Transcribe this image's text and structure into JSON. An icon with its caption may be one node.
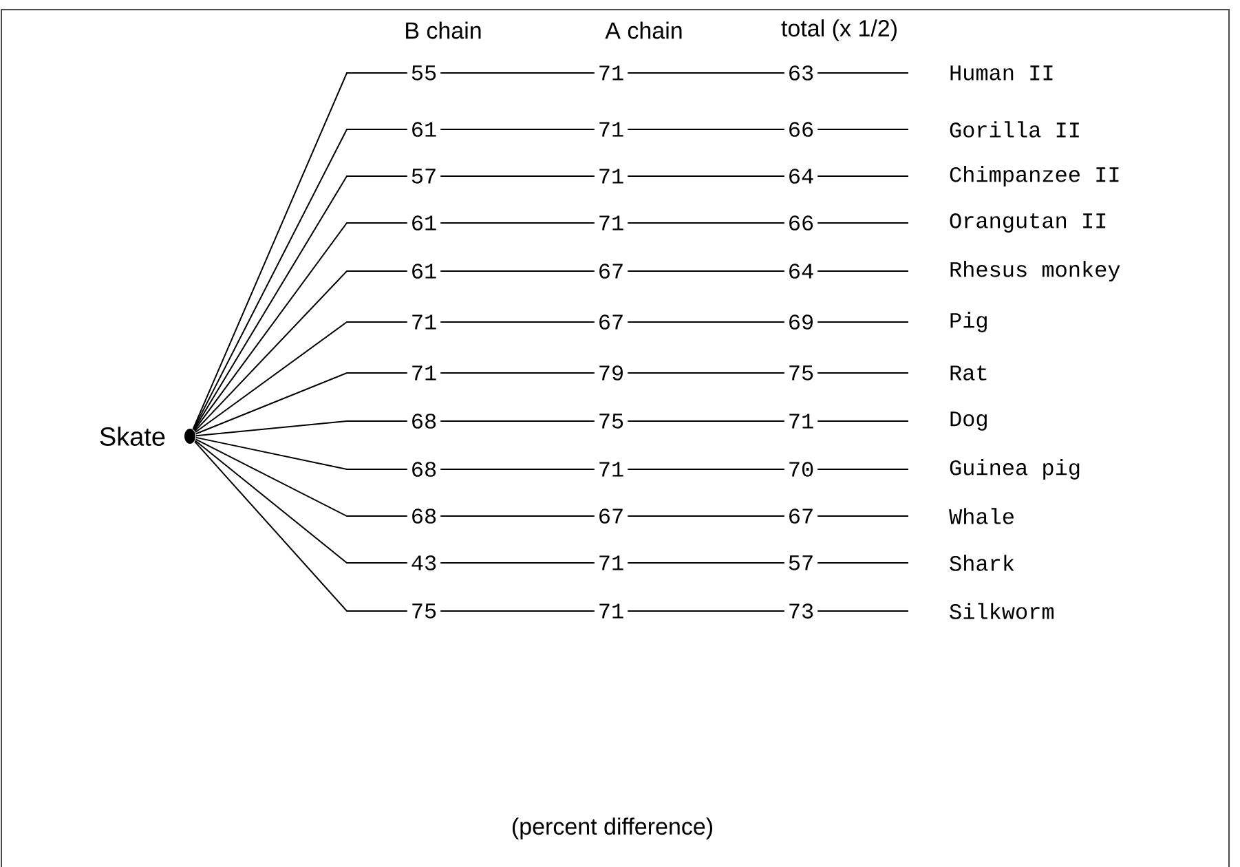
{
  "diagram": {
    "nodes": [
      {
        "text": [],
        "shape": "circle",
        "beside": [
          "Skate"
        ]
      },
      {
        "text": [
          "55"
        ]
      },
      {
        "text": [
          "71"
        ]
      },
      {
        "text": [
          "63"
        ]
      },
      {
        "text": [
          "Human II"
        ]
      },
      {
        "text": [
          "61"
        ]
      },
      {
        "text": [
          "71"
        ]
      },
      {
        "text": [
          "66"
        ]
      },
      {
        "text": [
          "Gorilla II"
        ]
      },
      {
        "text": [
          "57"
        ]
      },
      {
        "text": [
          "71"
        ]
      },
      {
        "text": [
          "64"
        ]
      },
      {
        "text": [
          "Chimpanzee II"
        ]
      },
      {
        "text": [
          "61"
        ]
      },
      {
        "text": [
          "71"
        ]
      },
      {
        "text": [
          "66"
        ]
      },
      {
        "text": [
          "Orangutan II"
        ]
      },
      {
        "text": [
          "61"
        ]
      },
      {
        "text": [
          "67"
        ]
      },
      {
        "text": [
          "64"
        ]
      },
      {
        "text": [
          "Rhesus monkey"
        ]
      },
      {
        "text": [
          "71"
        ]
      },
      {
        "text": [
          "67"
        ]
      },
      {
        "text": [
          "69"
        ]
      },
      {
        "text": [
          "Pig"
        ]
      },
      {
        "text": [
          "71"
        ]
      },
      {
        "text": [
          "79"
        ]
      },
      {
        "text": [
          "75"
        ]
      },
      {
        "text": [
          "Rat"
        ]
      },
      {
        "text": [
          "68"
        ]
      },
      {
        "text": [
          "75"
        ]
      },
      {
        "text": [
          "71"
        ]
      },
      {
        "text": [
          "Dog"
        ]
      },
      {
        "text": [
          "68"
        ]
      },
      {
        "text": [
          "71"
        ]
      },
      {
        "text": [
          "70"
        ]
      },
      {
        "text": [
          "Guinea pig"
        ]
      },
      {
        "text": [
          "68"
        ]
      },
      {
        "text": [
          "67"
        ]
      },
      {
        "text": [
          "67"
        ]
      },
      {
        "text": [
          "Whale"
        ]
      },
      {
        "text": [
          "43"
        ]
      },
      {
        "text": [
          "71"
        ]
      },
      {
        "text": [
          "57"
        ]
      },
      {
        "text": [
          "Shark"
        ]
      },
      {
        "text": [
          "75"
        ]
      },
      {
        "text": [
          "71"
        ]
      },
      {
        "text": [
          "73"
        ]
      },
      {
        "text": [
          "Silkworm"
        ]
      }
    ],
    "edges": [
      {
        "from": 0,
        "to": 1,
        "arrow": "none"
      },
      {
        "from": 1,
        "to": 2,
        "arrow": "none"
      },
      {
        "from": 2,
        "to": 3,
        "arrow": "none"
      },
      {
        "from": 3,
        "to": 4,
        "arrow": "none"
      },
      {
        "from": 0,
        "to": 5,
        "arrow": "none"
      },
      {
        "from": 5,
        "to": 6,
        "arrow": "none"
      },
      {
        "from": 6,
        "to": 7,
        "arrow": "none"
      },
      {
        "from": 7,
        "to": 8,
        "arrow": "none"
      },
      {
        "from": 0,
        "to": 9,
        "arrow": "none"
      },
      {
        "from": 9,
        "to": 10,
        "arrow": "none"
      },
      {
        "from": 10,
        "to": 11,
        "arrow": "none"
      },
      {
        "from": 11,
        "to": 12,
        "arrow": "none"
      },
      {
        "from": 0,
        "to": 13,
        "arrow": "none"
      },
      {
        "from": 13,
        "to": 14,
        "arrow": "none"
      },
      {
        "from": 14,
        "to": 15,
        "arrow": "none"
      },
      {
        "from": 15,
        "to": 16,
        "arrow": "none"
      },
      {
        "from": 0,
        "to": 17,
        "arrow": "none"
      },
      {
        "from": 17,
        "to": 18,
        "arrow": "none"
      },
      {
        "from": 18,
        "to": 19,
        "arrow": "none"
      },
      {
        "from": 19,
        "to": 20,
        "arrow": "none"
      },
      {
        "from": 0,
        "to": 21,
        "arrow": "none"
      },
      {
        "from": 21,
        "to": 22,
        "arrow": "none"
      },
      {
        "from": 22,
        "to": 23,
        "arrow": "none"
      },
      {
        "from": 23,
        "to": 24,
        "arrow": "none"
      },
      {
        "from": 0,
        "to": 25,
        "arrow": "none"
      },
      {
        "from": 25,
        "to": 26,
        "arrow": "none"
      },
      {
        "from": 26,
        "to": 27,
        "arrow": "none"
      },
      {
        "from": 27,
        "to": 28,
        "arrow": "none"
      },
      {
        "from": 0,
        "to": 29,
        "arrow": "none"
      },
      {
        "from": 29,
        "to": 30,
        "arrow": "none"
      },
      {
        "from": 30,
        "to": 31,
        "arrow": "none"
      },
      {
        "from": 31,
        "to": 32,
        "arrow": "none"
      },
      {
        "from": 0,
        "to": 33,
        "arrow": "none"
      },
      {
        "from": 33,
        "to": 34,
        "arrow": "none"
      },
      {
        "from": 34,
        "to": 35,
        "arrow": "none"
      },
      {
        "from": 35,
        "to": 36,
        "arrow": "none"
      },
      {
        "from": 0,
        "to": 37,
        "arrow": "none"
      },
      {
        "from": 37,
        "to": 38,
        "arrow": "none"
      },
      {
        "from": 38,
        "to": 39,
        "arrow": "none"
      },
      {
        "from": 39,
        "to": 40,
        "arrow": "none"
      },
      {
        "from": 0,
        "to": 41,
        "arrow": "none"
      },
      {
        "from": 41,
        "to": 42,
        "arrow": "none"
      },
      {
        "from": 42,
        "to": 43,
        "arrow": "none"
      },
      {
        "from": 43,
        "to": 44,
        "arrow": "none"
      },
      {
        "from": 0,
        "to": 45,
        "arrow": "none"
      },
      {
        "from": 45,
        "to": 46,
        "arrow": "none"
      },
      {
        "from": 46,
        "to": 47,
        "arrow": "none"
      },
      {
        "from": 47,
        "to": 48,
        "arrow": "none"
      }
    ],
    "labels": [
      "B chain",
      "A chain",
      "total (x 1/2)",
      "(percent difference)"
    ]
  }
}
